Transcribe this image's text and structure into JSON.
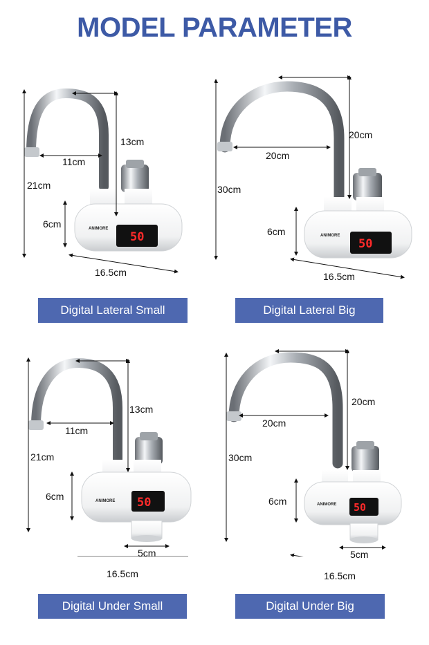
{
  "title": "MODEL PARAMETER",
  "brand": "ANIMORE",
  "display": "50",
  "colors": {
    "accent": "#4e68b0",
    "title": "#3d5aa6",
    "display": "#ff2a2a"
  },
  "models": [
    {
      "name": "Digital Lateral Small",
      "total_height": "21cm",
      "spout_height": "13cm",
      "reach": "11cm",
      "body_height": "6cm",
      "body_length": "16.5cm"
    },
    {
      "name": "Digital Lateral Big",
      "total_height": "30cm",
      "spout_height": "20cm",
      "reach": "20cm",
      "body_height": "6cm",
      "body_length": "16.5cm"
    },
    {
      "name": "Digital Under Small",
      "total_height": "21cm",
      "spout_height": "13cm",
      "reach": "11cm",
      "body_height": "6cm",
      "base_width": "5cm",
      "body_length": "16.5cm"
    },
    {
      "name": "Digital Under Big",
      "total_height": "30cm",
      "spout_height": "20cm",
      "reach": "20cm",
      "body_height": "6cm",
      "base_width": "5cm",
      "body_length": "16.5cm"
    }
  ]
}
